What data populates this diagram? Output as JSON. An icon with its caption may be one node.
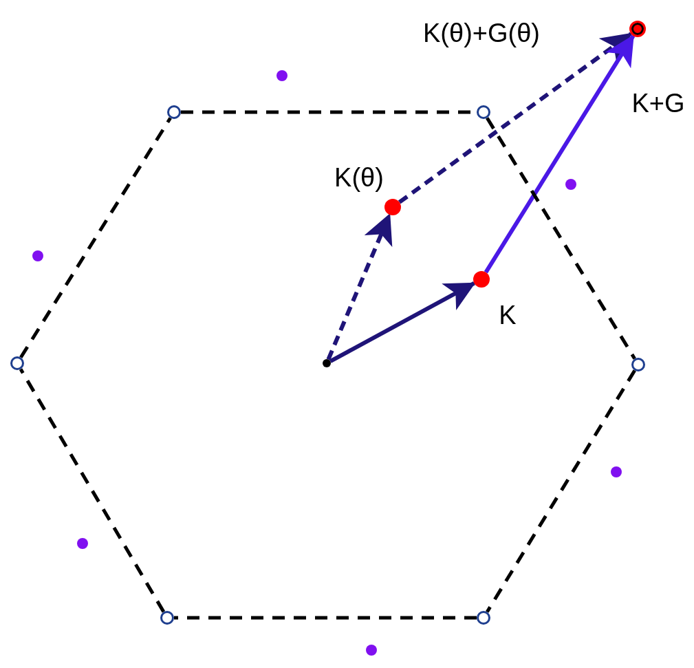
{
  "diagram": {
    "nodes": [
      {
        "text": [],
        "shape": "circle"
      },
      {
        "text": [],
        "shape": "circle",
        "beside": [
          "K"
        ]
      },
      {
        "text": [],
        "shape": "circle",
        "beside": [
          "K(θ)"
        ]
      },
      {
        "text": [],
        "shape": "circle",
        "beside": [
          "K(θ)+G(θ)",
          "K+G"
        ]
      },
      {
        "text": [],
        "shape": "circle"
      },
      {
        "text": [],
        "shape": "circle"
      },
      {
        "text": [],
        "shape": "circle"
      },
      {
        "text": [],
        "shape": "circle"
      },
      {
        "text": [],
        "shape": "circle"
      },
      {
        "text": [],
        "shape": "circle"
      }
    ],
    "edges": [
      {
        "from": 0,
        "to": 1,
        "arrow": "to",
        "color": "#1f1478"
      },
      {
        "from": 0,
        "to": 2,
        "arrow": "to",
        "style": "dashed",
        "color": "#1f1478"
      },
      {
        "from": 2,
        "to": 3,
        "arrow": "to",
        "style": "dashed",
        "color": "#1f1478"
      },
      {
        "from": 1,
        "to": 3,
        "arrow": "to",
        "color": "#4a18e6"
      },
      {
        "from": 4,
        "to": 5,
        "arrow": "none",
        "style": "dashed"
      },
      {
        "from": 5,
        "to": 6,
        "arrow": "none",
        "style": "dashed"
      },
      {
        "from": 6,
        "to": 7,
        "arrow": "none",
        "style": "dashed"
      },
      {
        "from": 7,
        "to": 8,
        "arrow": "none",
        "style": "dashed"
      },
      {
        "from": 8,
        "to": 9,
        "arrow": "none",
        "style": "dashed"
      },
      {
        "from": 9,
        "to": 4,
        "arrow": "none",
        "style": "dashed"
      }
    ]
  }
}
